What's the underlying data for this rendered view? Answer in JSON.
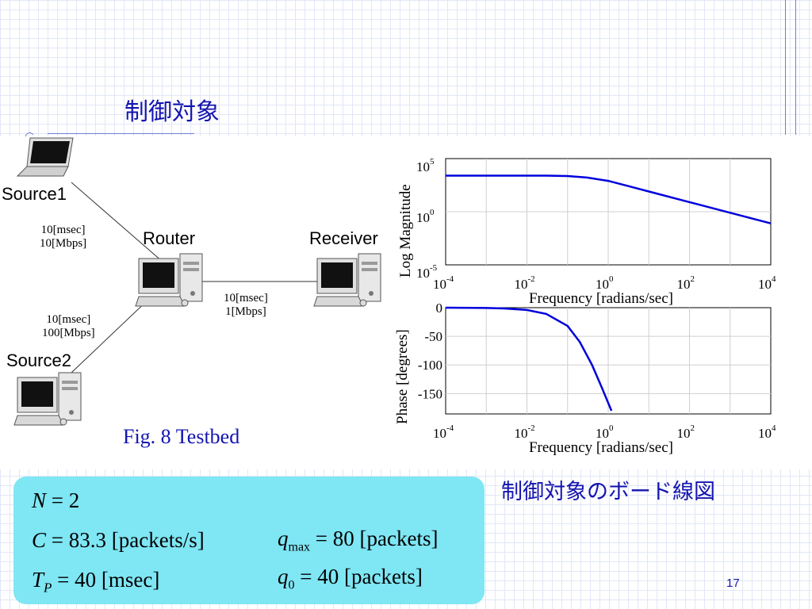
{
  "slide": {
    "title": "制御対象",
    "page_number": "17"
  },
  "testbed": {
    "caption": "Fig. 8  Testbed",
    "nodes": {
      "source1": "Source1",
      "source2": "Source2",
      "router": "Router",
      "receiver": "Receiver"
    },
    "links": {
      "source1_router": [
        "10[msec]",
        "10[Mbps]"
      ],
      "source2_router": [
        "10[msec]",
        "100[Mbps]"
      ],
      "router_receiver": [
        "10[msec]",
        "1[Mbps]"
      ]
    }
  },
  "bode": {
    "caption": "制御対象のボード線図",
    "magnitude": {
      "ylabel": "Log Magnitude",
      "xlabel": "Frequency [radians/sec]",
      "yticks": [
        {
          "base": "10",
          "exp": "5"
        },
        {
          "base": "10",
          "exp": "0"
        },
        {
          "base": "10",
          "exp": "-5"
        }
      ]
    },
    "phase": {
      "ylabel": "Phase [degrees]",
      "xlabel": "Frequency [radians/sec]",
      "yticks": [
        "0",
        "-50",
        "-100",
        "-150"
      ]
    },
    "xticks": [
      {
        "base": "10",
        "exp": "-4"
      },
      {
        "base": "10",
        "exp": "-2"
      },
      {
        "base": "10",
        "exp": "0"
      },
      {
        "base": "10",
        "exp": "2"
      },
      {
        "base": "10",
        "exp": "4"
      }
    ],
    "line_color": "#0000dd"
  },
  "chart_data": [
    {
      "type": "line",
      "xlabel": "Frequency [radians/sec]",
      "ylabel": "Log Magnitude",
      "x_scale": "log",
      "y_scale": "log",
      "xlim": [
        0.0001,
        10000
      ],
      "ylim": [
        1e-05,
        100000
      ],
      "grid": true,
      "x": [
        0.0001,
        0.001,
        0.01,
        0.03,
        0.1,
        0.3,
        1,
        3,
        10,
        100,
        1000,
        10000
      ],
      "y": [
        2500,
        2500,
        2500,
        2480,
        2300,
        1650,
        800,
        270,
        80,
        8,
        0.8,
        0.08
      ]
    },
    {
      "type": "line",
      "xlabel": "Frequency [radians/sec]",
      "ylabel": "Phase [degrees]",
      "x_scale": "log",
      "xlim": [
        0.0001,
        10000
      ],
      "ylim": [
        -180,
        0
      ],
      "grid": true,
      "x": [
        0.0001,
        0.001,
        0.003,
        0.01,
        0.03,
        0.1,
        0.2,
        0.4,
        0.7,
        1.2
      ],
      "y": [
        0,
        -0.5,
        -1.5,
        -4,
        -11,
        -32,
        -60,
        -100,
        -140,
        -180
      ]
    }
  ],
  "parameters": {
    "N": {
      "symbol": "N",
      "eq": " = 2",
      "unit": ""
    },
    "C": {
      "symbol": "C",
      "eq": " = 83.3",
      "unit": "[packets/s]"
    },
    "TP": {
      "symbol": "T",
      "sub": "P",
      "eq": " = 40",
      "unit": "[msec]"
    },
    "qmax": {
      "symbol": "q",
      "sub": "max",
      "eq": " = 80",
      "unit": "[packets]"
    },
    "q0": {
      "symbol": "q",
      "sub": "0",
      "eq": " = 40",
      "unit": "[packets]"
    }
  }
}
